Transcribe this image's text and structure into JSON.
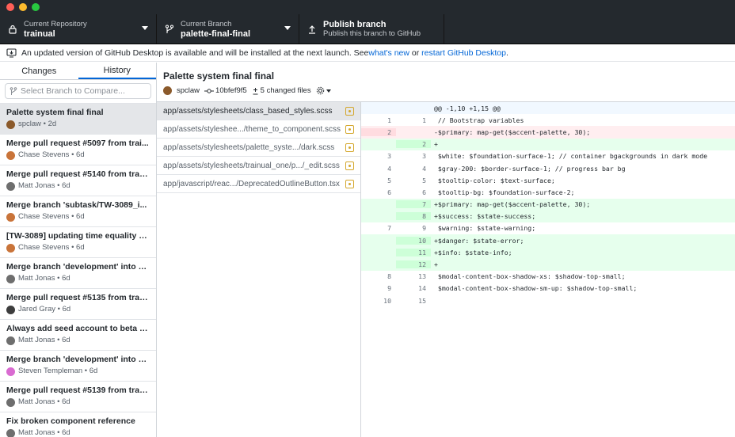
{
  "toolbar": {
    "repo": {
      "sub": "Current Repository",
      "main": "trainual"
    },
    "branch": {
      "sub": "Current Branch",
      "main": "palette-final-final"
    },
    "publish": {
      "main": "Publish branch",
      "sub": "Publish this branch to GitHub"
    }
  },
  "banner": {
    "text": "An updated version of GitHub Desktop is available and will be installed at the next launch. See ",
    "link1": "what's new",
    "middle": " or ",
    "link2": "restart GitHub Desktop",
    "end": "."
  },
  "tabs": {
    "changes": "Changes",
    "history": "History"
  },
  "compare": {
    "placeholder": "Select Branch to Compare..."
  },
  "commits": [
    {
      "title": "Palette system final final",
      "meta": "spclaw • 2d",
      "avatar": "#8b5a2b"
    },
    {
      "title": "Merge pull request #5097 from trai...",
      "meta": "Chase Stevens • 6d",
      "avatar": "#c9743a"
    },
    {
      "title": "Merge pull request #5140 from train...",
      "meta": "Matt Jonas • 6d",
      "avatar": "#6e6e6e"
    },
    {
      "title": "Merge branch 'subtask/TW-3089_i...",
      "meta": "Chase Stevens • 6d",
      "avatar": "#c9743a"
    },
    {
      "title": "[TW-3089] updating time equality c...",
      "meta": "Chase Stevens • 6d",
      "avatar": "#c9743a"
    },
    {
      "title": "Merge branch 'development' into su...",
      "meta": "Matt Jonas • 6d",
      "avatar": "#6e6e6e"
    },
    {
      "title": "Merge pull request #5135 from train...",
      "meta": "Jared Gray • 6d",
      "avatar": "#3d3d3d"
    },
    {
      "title": "Always add seed account to beta gr...",
      "meta": "Matt Jonas • 6d",
      "avatar": "#6e6e6e"
    },
    {
      "title": "Merge branch 'development' into su...",
      "meta": "Steven Templeman • 6d",
      "avatar": "#d96bd1"
    },
    {
      "title": "Merge pull request #5139 from train...",
      "meta": "Matt Jonas • 6d",
      "avatar": "#6e6e6e"
    },
    {
      "title": "Fix broken component reference",
      "meta": "Matt Jonas • 6d",
      "avatar": "#6e6e6e"
    }
  ],
  "commit_header": {
    "title": "Palette system final final",
    "author": "spclaw",
    "sha": "10bfef9f5",
    "changed": "5 changed files"
  },
  "files": [
    "app/assets/stylesheets/class_based_styles.scss",
    "app/assets/styleshee.../theme_to_component.scss",
    "app/assets/stylesheets/palette_syste.../dark.scss",
    "app/assets/stylesheets/trainual_one/p.../_edit.scss",
    "app/javascript/reac.../DeprecatedOutlineButton.tsx"
  ],
  "diff": [
    {
      "type": "hunk",
      "old": "",
      "new": "",
      "code": "@@ -1,10 +1,15 @@"
    },
    {
      "type": "ctx",
      "old": "1",
      "new": "1",
      "code": " // Bootstrap variables"
    },
    {
      "type": "del",
      "old": "2",
      "new": "",
      "code": "-$primary: map-get($accent-palette, 30);"
    },
    {
      "type": "add",
      "old": "",
      "new": "2",
      "code": "+"
    },
    {
      "type": "ctx",
      "old": "3",
      "new": "3",
      "code": " $white: $foundation-surface-1; // container bgackgrounds in dark mode"
    },
    {
      "type": "ctx",
      "old": "4",
      "new": "4",
      "code": " $gray-200: $border-surface-1; // progress bar bg"
    },
    {
      "type": "ctx",
      "old": "5",
      "new": "5",
      "code": " $tooltip-color: $text-surface;"
    },
    {
      "type": "ctx",
      "old": "6",
      "new": "6",
      "code": " $tooltip-bg: $foundation-surface-2;"
    },
    {
      "type": "add",
      "old": "",
      "new": "7",
      "code": "+$primary: map-get($accent-palette, 30);"
    },
    {
      "type": "add",
      "old": "",
      "new": "8",
      "code": "+$success: $state-success;"
    },
    {
      "type": "ctx",
      "old": "7",
      "new": "9",
      "code": " $warning: $state-warning;"
    },
    {
      "type": "add",
      "old": "",
      "new": "10",
      "code": "+$danger: $state-error;"
    },
    {
      "type": "add",
      "old": "",
      "new": "11",
      "code": "+$info: $state-info;"
    },
    {
      "type": "add",
      "old": "",
      "new": "12",
      "code": "+"
    },
    {
      "type": "ctx",
      "old": "8",
      "new": "13",
      "code": " $modal-content-box-shadow-xs: $shadow-top-small;"
    },
    {
      "type": "ctx",
      "old": "9",
      "new": "14",
      "code": " $modal-content-box-shadow-sm-up: $shadow-top-small;"
    },
    {
      "type": "ctx",
      "old": "10",
      "new": "15",
      "code": ""
    }
  ]
}
